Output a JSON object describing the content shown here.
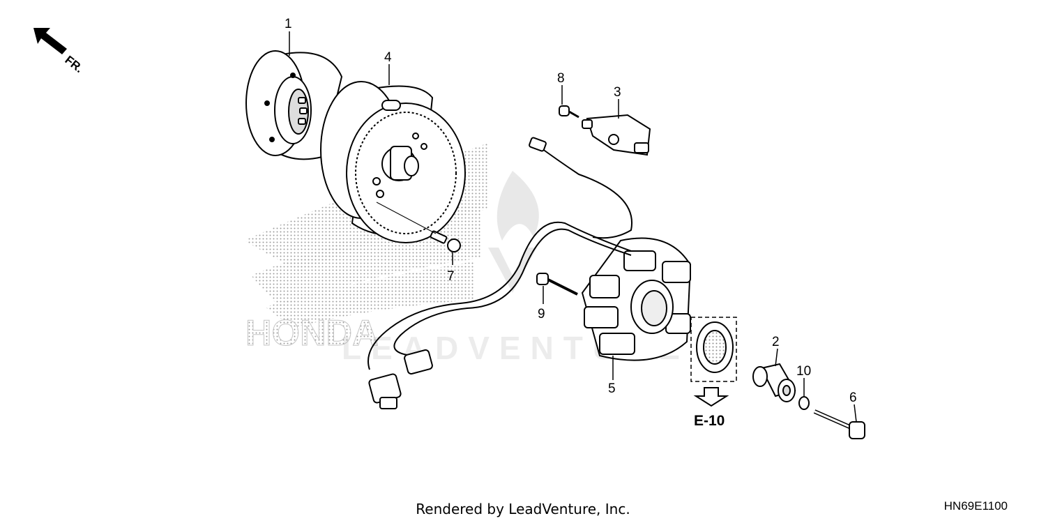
{
  "direction": {
    "label": "FR.",
    "icon": "front-arrow-icon"
  },
  "callouts": [
    "1",
    "2",
    "3",
    "4",
    "5",
    "6",
    "7",
    "8",
    "9",
    "10"
  ],
  "reference": {
    "label": "E-10",
    "icon": "down-arrow-icon"
  },
  "watermark": {
    "brand": "HONDA",
    "site": "LEADVENTURE"
  },
  "footer": {
    "rendered_by": "Rendered by LeadVenture, Inc.",
    "diagram_code": "HN69E1100"
  }
}
